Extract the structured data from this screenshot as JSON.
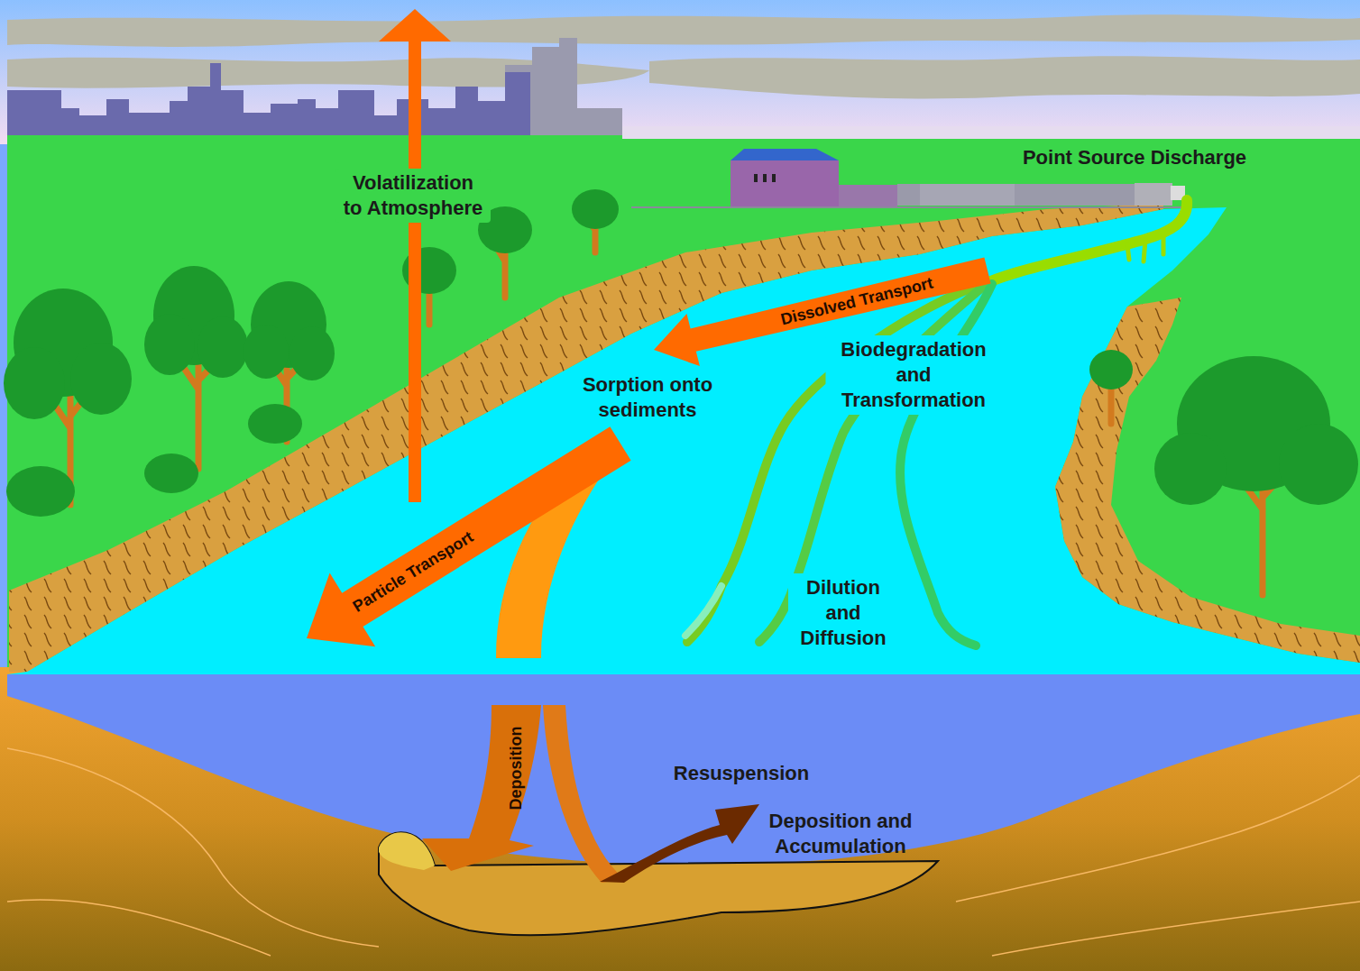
{
  "diagram": {
    "labels": [
      "Volatilization to Atmosphere",
      "Point Source Discharge",
      "Dissolved Transport",
      "Biodegradation and Transformation",
      "Sorption onto sediments",
      "Particle Transport",
      "Dilution and Diffusion",
      "Deposition",
      "Resuspension",
      "Deposition and Accumulation"
    ]
  }
}
